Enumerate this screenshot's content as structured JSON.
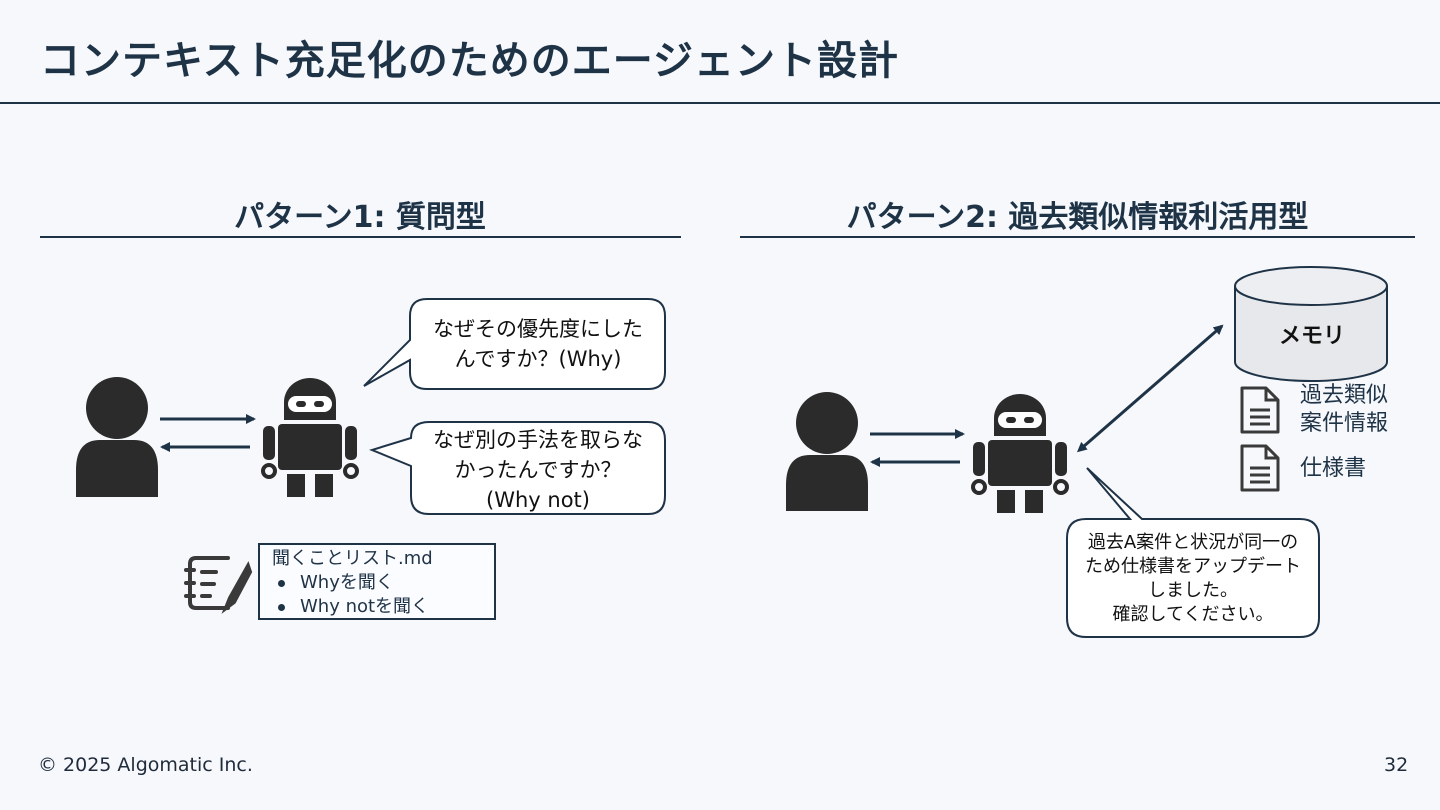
{
  "title": "コンテキスト充足化のためのエージェント設計",
  "pattern1": {
    "heading": "パターン1: 質問型",
    "bubble1": [
      "なぜその優先度にした",
      "んですか？(Why)"
    ],
    "bubble2": [
      "なぜ別の手法を取らな",
      "かったんですか？",
      "(Why not)"
    ],
    "note": {
      "title": "聞くことリスト.md",
      "items": [
        "Whyを聞く",
        "Why notを聞く"
      ]
    }
  },
  "pattern2": {
    "heading": "パターン2: 過去類似情報利活用型",
    "memory_label": "メモリ",
    "doc1": [
      "過去類似",
      "案件情報"
    ],
    "doc2": "仕様書",
    "bubble": [
      "過去A案件と状況が同一の",
      "ため仕様書をアップデート",
      "しました。",
      "確認してください。"
    ]
  },
  "footer": {
    "copyright": "© 2025 Algomatic Inc.",
    "page": "32"
  },
  "colors": {
    "background": "#f6f8fc",
    "navy": "#1f3347",
    "figure": "#2b2b2b",
    "bubble_fill": "#ffffff"
  }
}
